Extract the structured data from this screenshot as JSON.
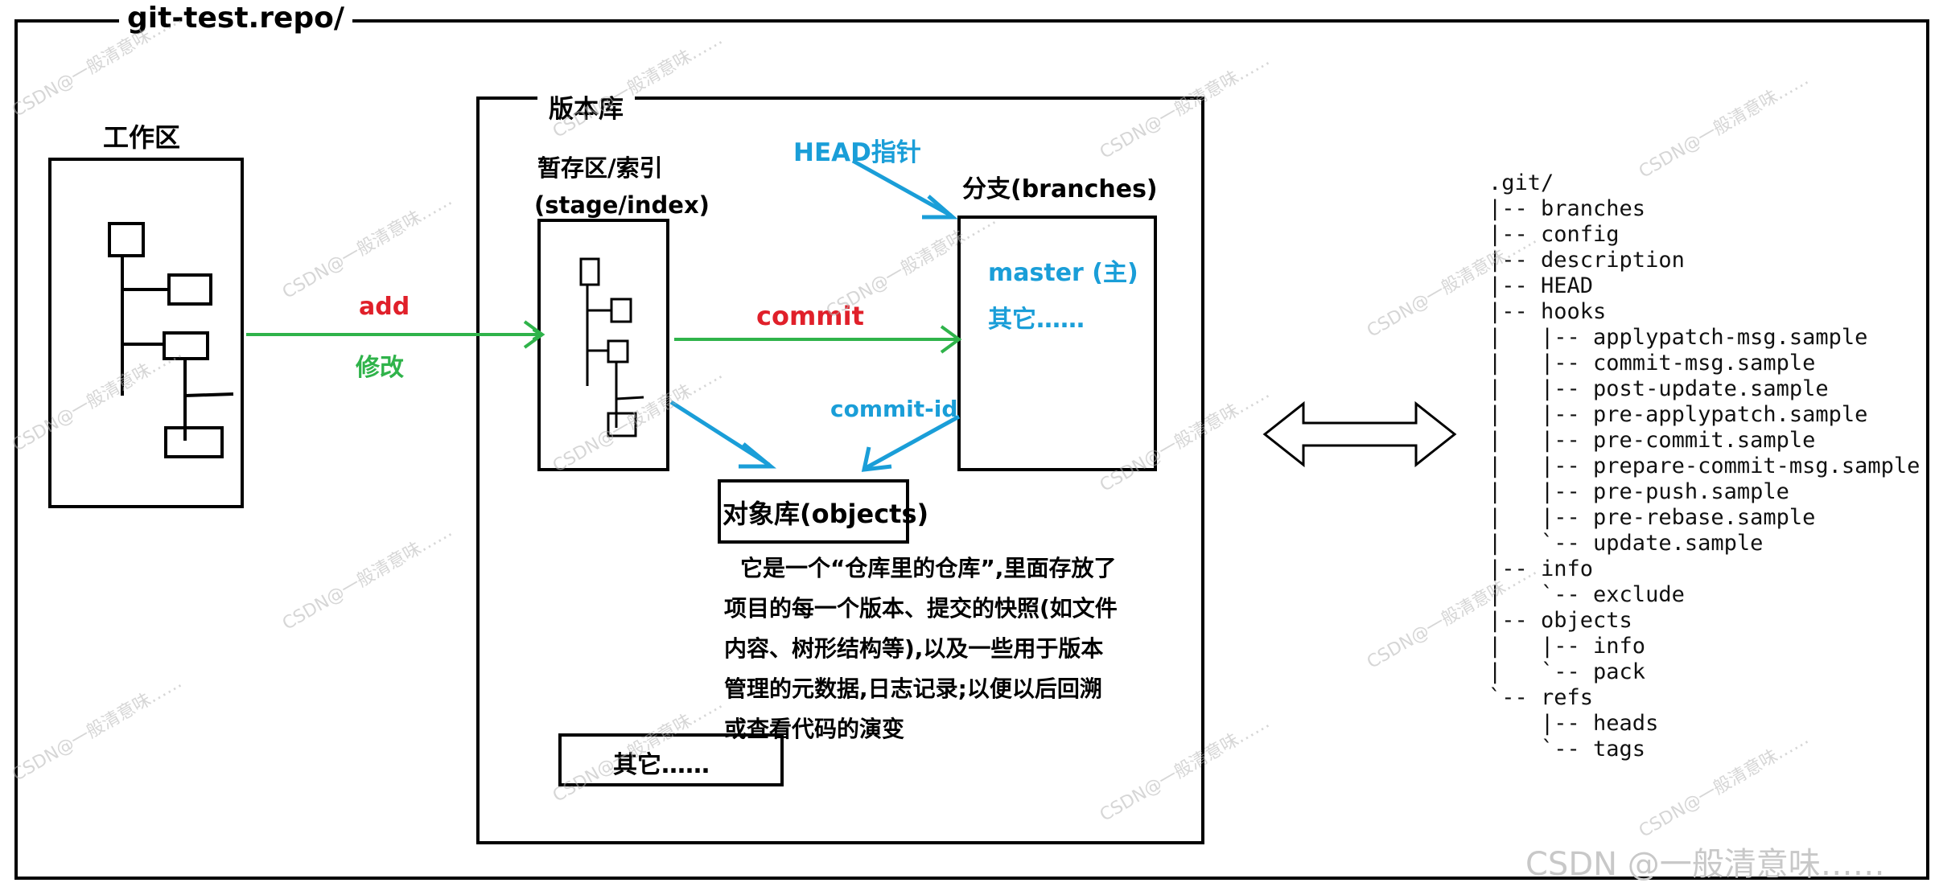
{
  "repo_label": "git-test.repo/",
  "workspace": {
    "title": "工作区"
  },
  "repository": {
    "title": "版本库"
  },
  "staging": {
    "title_line1": "暂存区/索引",
    "title_line2": "(stage/index)"
  },
  "head_pointer": "HEAD指针",
  "branches": {
    "title": "分支(branches)",
    "master": "master (主)",
    "others": "其它……"
  },
  "arrows": {
    "add": "add",
    "modify": "修改",
    "commit": "commit",
    "commit_id": "commit-id"
  },
  "objects": {
    "title": "对象库(objects)",
    "description": [
      "它是一个“仓库里的仓库”,里面存放了",
      "项目的每一个版本、提交的快照(如文件",
      "内容、树形结构等),以及一些用于版本",
      "管理的元数据,日志记录;以便以后回溯",
      "或查看代码的演变"
    ]
  },
  "other_box": "其它……",
  "git_tree": [
    ".git/",
    "|-- branches",
    "|-- config",
    "|-- description",
    "|-- HEAD",
    "|-- hooks",
    "|   |-- applypatch-msg.sample",
    "|   |-- commit-msg.sample",
    "|   |-- post-update.sample",
    "|   |-- pre-applypatch.sample",
    "|   |-- pre-commit.sample",
    "|   |-- prepare-commit-msg.sample",
    "|   |-- pre-push.sample",
    "|   |-- pre-rebase.sample",
    "|   `-- update.sample",
    "|-- info",
    "|   `-- exclude",
    "|-- objects",
    "|   |-- info",
    "|   `-- pack",
    "`-- refs",
    "    |-- heads",
    "    `-- tags"
  ],
  "watermark": "CSDN @一般清意味……",
  "watermark_small": "CSDN@一般清意味……",
  "colors": {
    "blue": "#1a9ed8",
    "red": "#e0202a",
    "green": "#2fb34a"
  },
  "icons": {
    "double_arrow": "double-headed-arrow-icon",
    "tree": "tree-structure-icon"
  }
}
